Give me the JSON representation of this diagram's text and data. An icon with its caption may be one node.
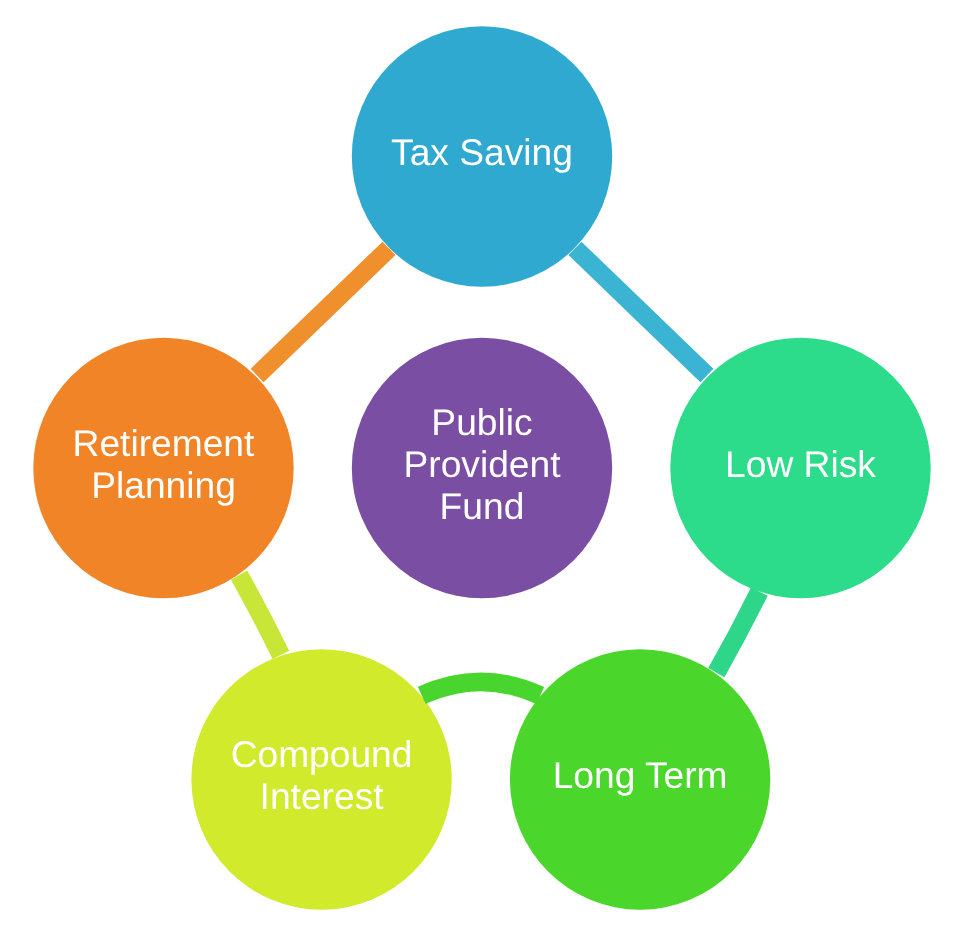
{
  "diagram": {
    "nodes": [
      {
        "text": [
          "Tax Saving"
        ]
      },
      {
        "text": [
          "Retirement Planning"
        ]
      },
      {
        "text": [
          "Public Provident Fund"
        ]
      },
      {
        "text": [
          "Low Risk"
        ]
      },
      {
        "text": [
          "Compound Interest"
        ]
      },
      {
        "text": [
          "Long Term"
        ]
      }
    ],
    "edges": [
      {
        "from": 0,
        "to": 1,
        "arrow": "none",
        "color": "#f0902c"
      },
      {
        "from": 1,
        "to": 4,
        "arrow": "none",
        "color": "#c8e637"
      },
      {
        "from": 4,
        "to": 5,
        "arrow": "none",
        "color": "#48d62e"
      },
      {
        "from": 5,
        "to": 3,
        "arrow": "none",
        "color": "#2ed68a"
      },
      {
        "from": 3,
        "to": 0,
        "arrow": "none",
        "color": "#3ab4d2"
      }
    ]
  }
}
